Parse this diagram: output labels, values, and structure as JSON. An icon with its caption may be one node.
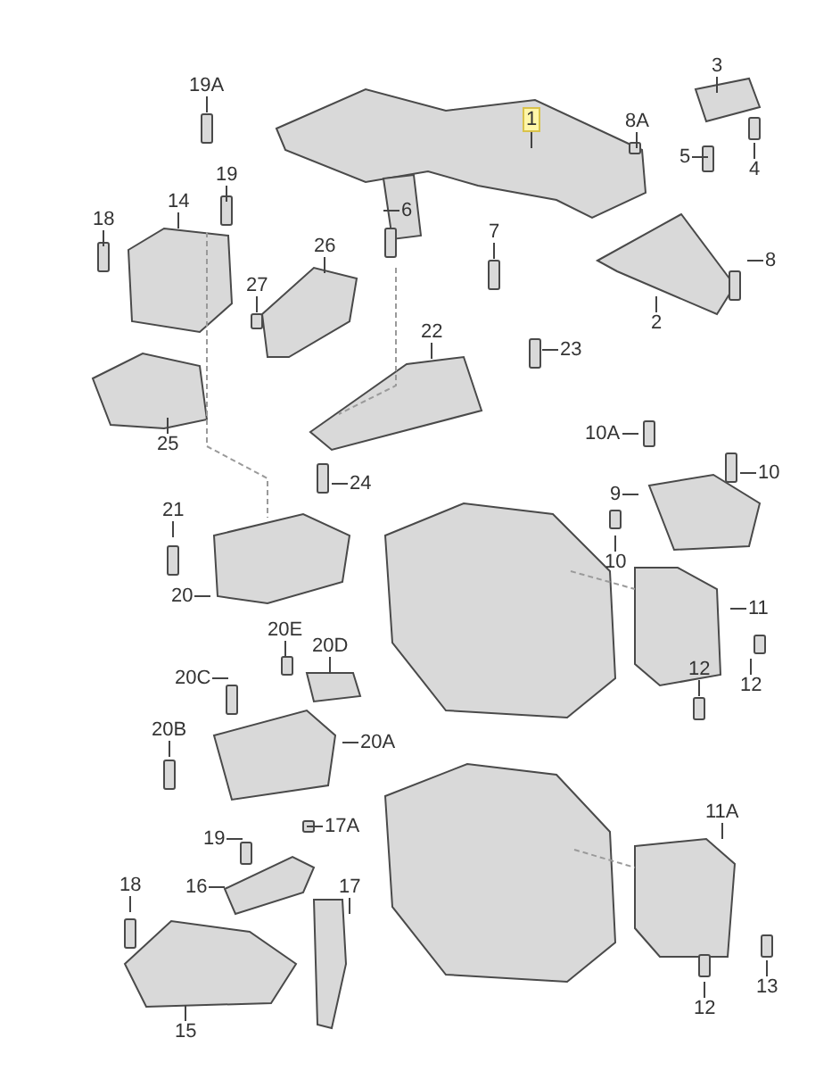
{
  "diagram": {
    "nodes": [
      {
        "text": [
          "3"
        ]
      },
      {
        "text": [
          "19A"
        ]
      },
      {
        "text": [
          "1"
        ]
      },
      {
        "text": [
          "8A"
        ]
      },
      {
        "text": [
          "5"
        ]
      },
      {
        "text": [
          "4"
        ]
      },
      {
        "text": [
          "19"
        ]
      },
      {
        "text": [
          "14"
        ]
      },
      {
        "text": [
          "6"
        ]
      },
      {
        "text": [
          "18"
        ]
      },
      {
        "text": [
          "7"
        ]
      },
      {
        "text": [
          "26"
        ]
      },
      {
        "text": [
          "8"
        ]
      },
      {
        "text": [
          "27"
        ]
      },
      {
        "text": [
          "2"
        ]
      },
      {
        "text": [
          "22"
        ]
      },
      {
        "text": [
          "23"
        ]
      },
      {
        "text": [
          "10A"
        ]
      },
      {
        "text": [
          "25"
        ]
      },
      {
        "text": [
          "10"
        ]
      },
      {
        "text": [
          "24"
        ]
      },
      {
        "text": [
          "9"
        ]
      },
      {
        "text": [
          "21"
        ]
      },
      {
        "text": [
          "10"
        ]
      },
      {
        "text": [
          "20"
        ]
      },
      {
        "text": [
          "11"
        ]
      },
      {
        "text": [
          "20E"
        ]
      },
      {
        "text": [
          "20D"
        ]
      },
      {
        "text": [
          "12"
        ]
      },
      {
        "text": [
          "20C"
        ]
      },
      {
        "text": [
          "12"
        ]
      },
      {
        "text": [
          "20B"
        ]
      },
      {
        "text": [
          "20A"
        ]
      },
      {
        "text": [
          "11A"
        ]
      },
      {
        "text": [
          "17A"
        ]
      },
      {
        "text": [
          "19"
        ]
      },
      {
        "text": [
          "18"
        ]
      },
      {
        "text": [
          "16"
        ]
      },
      {
        "text": [
          "17"
        ]
      },
      {
        "text": [
          "13"
        ]
      },
      {
        "text": [
          "12"
        ]
      },
      {
        "text": [
          "15"
        ]
      }
    ],
    "edges": [
      {
        "from": 0,
        "to": null,
        "arrow": "none"
      },
      {
        "from": 1,
        "to": null,
        "arrow": "none"
      },
      {
        "from": 2,
        "to": null,
        "arrow": "none"
      },
      {
        "from": 3,
        "to": null,
        "arrow": "none"
      },
      {
        "from": 4,
        "to": null,
        "arrow": "none"
      },
      {
        "from": 5,
        "to": null,
        "arrow": "none"
      },
      {
        "from": 6,
        "to": null,
        "arrow": "none"
      },
      {
        "from": 7,
        "to": null,
        "arrow": "none"
      },
      {
        "from": 8,
        "to": null,
        "arrow": "none"
      },
      {
        "from": 9,
        "to": null,
        "arrow": "none"
      },
      {
        "from": 10,
        "to": null,
        "arrow": "none"
      },
      {
        "from": 11,
        "to": null,
        "arrow": "none"
      },
      {
        "from": 12,
        "to": null,
        "arrow": "none"
      },
      {
        "from": 13,
        "to": null,
        "arrow": "none"
      },
      {
        "from": 14,
        "to": null,
        "arrow": "none"
      },
      {
        "from": 15,
        "to": null,
        "arrow": "none"
      },
      {
        "from": 16,
        "to": null,
        "arrow": "none"
      },
      {
        "from": 17,
        "to": null,
        "arrow": "none"
      },
      {
        "from": 18,
        "to": null,
        "arrow": "none"
      },
      {
        "from": 19,
        "to": null,
        "arrow": "none"
      },
      {
        "from": 20,
        "to": null,
        "arrow": "none"
      },
      {
        "from": 21,
        "to": null,
        "arrow": "none"
      },
      {
        "from": 22,
        "to": null,
        "arrow": "none"
      },
      {
        "from": 23,
        "to": null,
        "arrow": "none"
      },
      {
        "from": 24,
        "to": null,
        "arrow": "none"
      },
      {
        "from": 25,
        "to": null,
        "arrow": "none"
      },
      {
        "from": 26,
        "to": null,
        "arrow": "none"
      },
      {
        "from": 27,
        "to": null,
        "arrow": "none"
      },
      {
        "from": 28,
        "to": null,
        "arrow": "none"
      },
      {
        "from": 29,
        "to": null,
        "arrow": "none"
      },
      {
        "from": 30,
        "to": null,
        "arrow": "none"
      },
      {
        "from": 31,
        "to": null,
        "arrow": "none"
      },
      {
        "from": 32,
        "to": null,
        "arrow": "none"
      },
      {
        "from": 33,
        "to": null,
        "arrow": "none"
      },
      {
        "from": 34,
        "to": null,
        "arrow": "none"
      },
      {
        "from": 35,
        "to": null,
        "arrow": "none"
      },
      {
        "from": 36,
        "to": null,
        "arrow": "none"
      },
      {
        "from": 37,
        "to": null,
        "arrow": "none"
      },
      {
        "from": 38,
        "to": null,
        "arrow": "none"
      },
      {
        "from": 39,
        "to": null,
        "arrow": "none"
      },
      {
        "from": 40,
        "to": null,
        "arrow": "none"
      },
      {
        "from": 41,
        "to": null,
        "arrow": "none"
      }
    ]
  }
}
